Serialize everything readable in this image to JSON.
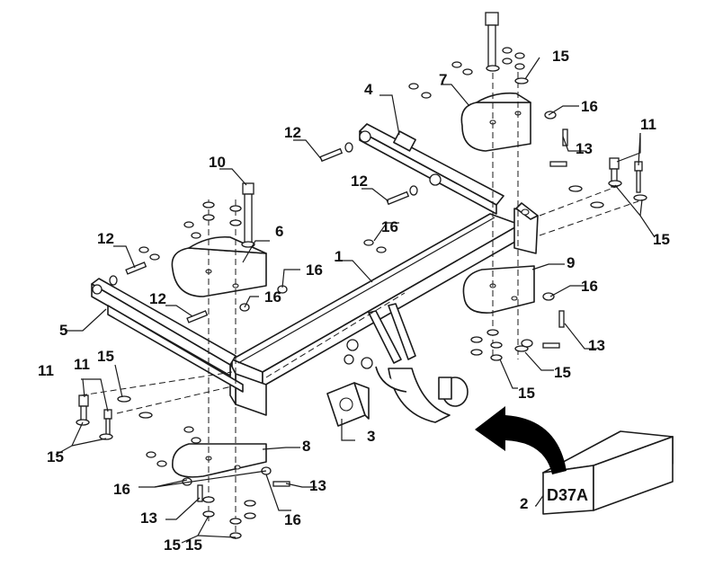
{
  "callouts": {
    "c1": "1",
    "c2": "2",
    "c3": "3",
    "c4": "4",
    "c5": "5",
    "c6": "6",
    "c7": "7",
    "c8": "8",
    "c9": "9",
    "c10": "10",
    "c11a": "11",
    "c11b": "11",
    "c11c": "11",
    "c12a": "12",
    "c12b": "12",
    "c12c": "12",
    "c12d": "12",
    "c13a": "13",
    "c13b": "13",
    "c13c": "13",
    "c13d": "13",
    "c15a": "15",
    "c15b": "15",
    "c15c": "15",
    "c15d": "15",
    "c15e": "15",
    "c15f": "15",
    "c15g": "15",
    "c15h": "15",
    "c16a": "16",
    "c16b": "16",
    "c16c": "16",
    "c16d": "16",
    "c16e": "16",
    "c16f": "16",
    "c16g": "16"
  },
  "kit_box_label": "D37A",
  "colors": {
    "line": "#1a1a1a",
    "background": "#ffffff",
    "arrow": "#000000"
  }
}
